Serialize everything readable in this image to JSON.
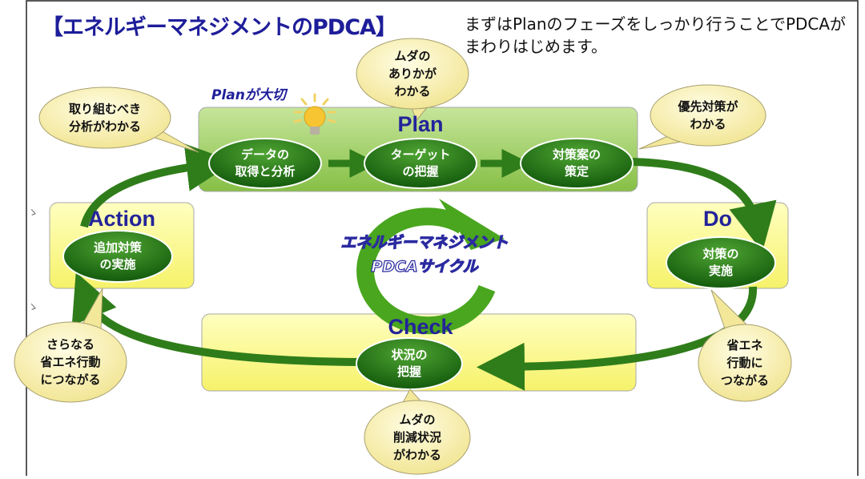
{
  "title": "【エネルギーマネジメントのPDCA】",
  "note": "まずはPlanのフェーズをしっかり行うことでPDCAがまわりはじめます。",
  "plan_label": "Planが大切",
  "center_label": "エネルギーマネジメント\nPDCAサイクル",
  "phases": {
    "plan": {
      "title": "Plan",
      "steps": [
        "データの\n取得と分析",
        "ターゲット\nの把握",
        "対策案の\n策定"
      ]
    },
    "do": {
      "title": "Do",
      "step": "対策の\n実施"
    },
    "check": {
      "title": "Check",
      "step": "状況の\n把握"
    },
    "action": {
      "title": "Action",
      "step": "追加対策\nの実施"
    }
  },
  "bubbles": {
    "muda_arika": "ムダの\nありかが\nわかる",
    "torikumu": "取り組むべき\n分析がわかる",
    "yusen": "優先対策が\nわかる",
    "shoene_do": "省エネ\n行動に\nつながる",
    "muda_sakugen": "ムダの\n削減状況\nがわかる",
    "sarana": "さらなる\n省エネ行動\nにつながる"
  },
  "colors": {
    "title": "#1d1d9a",
    "plan_box": "#9ccc5c",
    "phase_box": "#ffff99",
    "pill": "#1e6b12",
    "arrow": "#2f7d1a",
    "bubble": "#fbf3b6"
  },
  "icons": {
    "bulb": "lightbulb-icon"
  }
}
